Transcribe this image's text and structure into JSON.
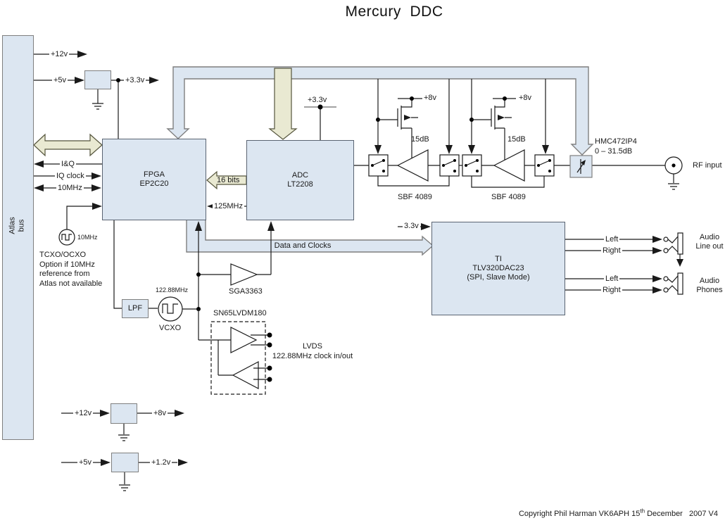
{
  "title": "Mercury  DDC",
  "colors": {
    "box_fill": "#dce6f1",
    "bus_fill": "#dce6f1",
    "khaki_fill": "#e9e9d2",
    "wire": "#1a1a1a",
    "bus_border": "#7f7f7f"
  },
  "atlas": {
    "label": "Atlas bus"
  },
  "power": {
    "p12_top": "+12v",
    "p5_top": "+5v",
    "p3v3_top": "+3.3v",
    "adc_3v3": "+3.3v",
    "mosfet1_8v": "+8v",
    "mosfet2_8v": "+8v",
    "dac_3v3": "3.3v",
    "reg8_in": "+12v",
    "reg8_out": "+8v",
    "reg12_in": "+5v",
    "reg12_out": "+1.2v"
  },
  "blocks": {
    "fpga_line1": "FPGA",
    "fpga_line2": "EP2C20",
    "adc_line1": "ADC",
    "adc_line2": "LT2208",
    "dac_line1": "TI",
    "dac_line2": "TLV320DAC23",
    "dac_line3": "(SPI, Slave Mode)",
    "lpf": "LPF",
    "vcxo": "VCXO",
    "sga": "SGA3363",
    "lvds_chip": "SN65LVDM180"
  },
  "signals": {
    "iq": "I&Q",
    "iq_clock": "IQ clock",
    "mhz10": "10MHz",
    "osc_freq": "10MHz",
    "mhz125": "125MHz",
    "bits16": "16 bits",
    "data_clocks": "Data and Clocks",
    "vcxo_freq": "122.88MHz"
  },
  "tcxo_note": {
    "line1": "TCXO/OCXO",
    "line2": "Option if 10MHz",
    "line3": "reference from",
    "line4": "Atlas not available"
  },
  "lvds_note": {
    "line1": "LVDS",
    "line2": "122.88MHz clock in/out"
  },
  "rf": {
    "amp1_gain": "15dB",
    "amp2_gain": "15dB",
    "sbf1": "SBF 4089",
    "sbf2": "SBF 4089",
    "attenuator_line1": "HMC472IP4",
    "attenuator_line2": "0 – 31.5dB",
    "rf_input": "RF input"
  },
  "audio": {
    "lineout_left": "Left",
    "lineout_right": "Right",
    "phones_left": "Left",
    "phones_right": "Right",
    "lineout_label1": "Audio",
    "lineout_label2": "Line out",
    "phones_label1": "Audio",
    "phones_label2": "Phones"
  },
  "footer": {
    "copyright_pre": "Copyright Phil Harman VK6APH 15",
    "copyright_sup": "th",
    "copyright_post": " December   2007 V4"
  }
}
